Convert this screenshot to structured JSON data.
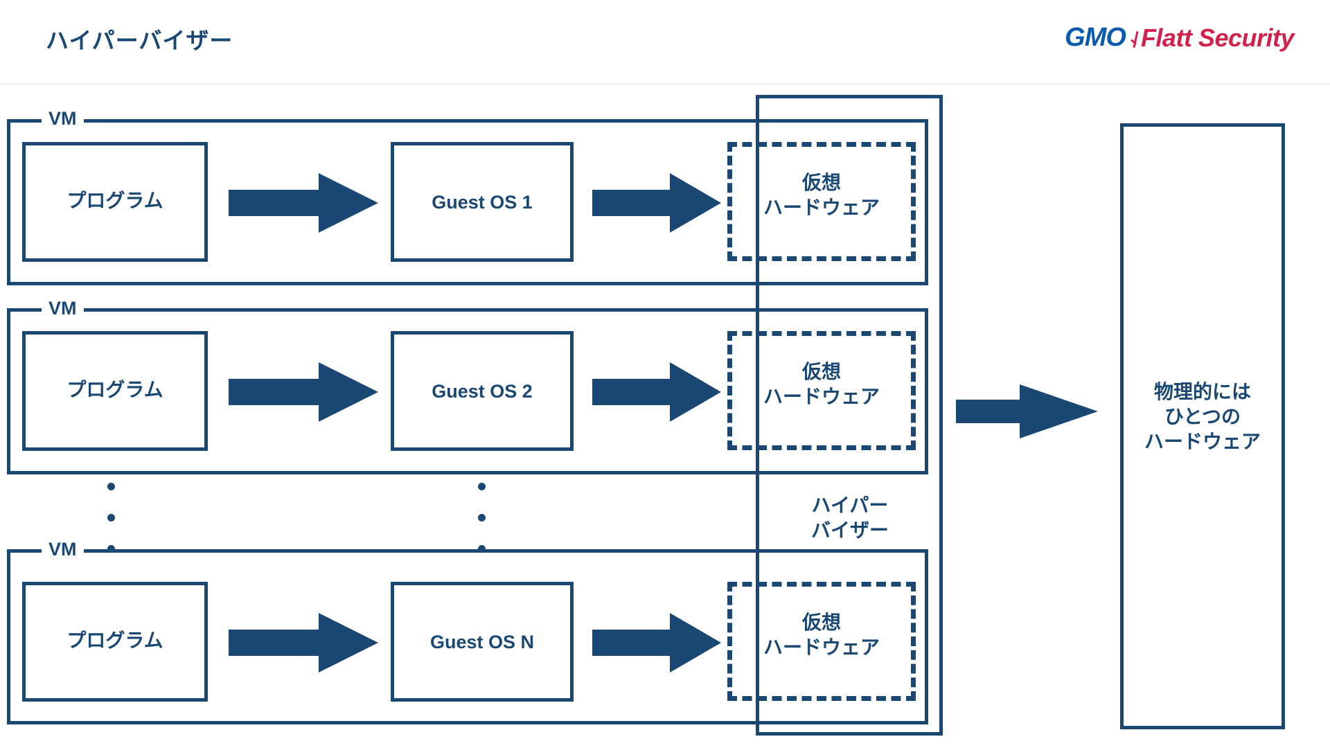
{
  "header": {
    "title": "ハイパーバイザー",
    "logo": {
      "primary": "GMO",
      "secondary": "Flatt Security",
      "primary_color": "#0a5bab",
      "secondary_color": "#d2224b"
    }
  },
  "theme": {
    "accent": "#1b4872",
    "background": "#ffffff",
    "divider": "#eceef1"
  },
  "diagram": {
    "type": "hypervisor-architecture",
    "vm_tag": "VM",
    "hypervisor_label": "ハイパー\nバイザー",
    "physical_hardware_label": "物理的には\nひとつの\nハードウェア",
    "rows": [
      {
        "vm_tag": "VM",
        "program_label": "プログラム",
        "guest_os_label": "Guest OS 1",
        "virtual_hardware_label": "仮想\nハードウェア"
      },
      {
        "vm_tag": "VM",
        "program_label": "プログラム",
        "guest_os_label": "Guest OS 2",
        "virtual_hardware_label": "仮想\nハードウェア"
      },
      {
        "vm_tag": "VM",
        "program_label": "プログラム",
        "guest_os_label": "Guest OS N",
        "virtual_hardware_label": "仮想\nハードウェア"
      }
    ],
    "ellipsis_dot_count": 3
  }
}
